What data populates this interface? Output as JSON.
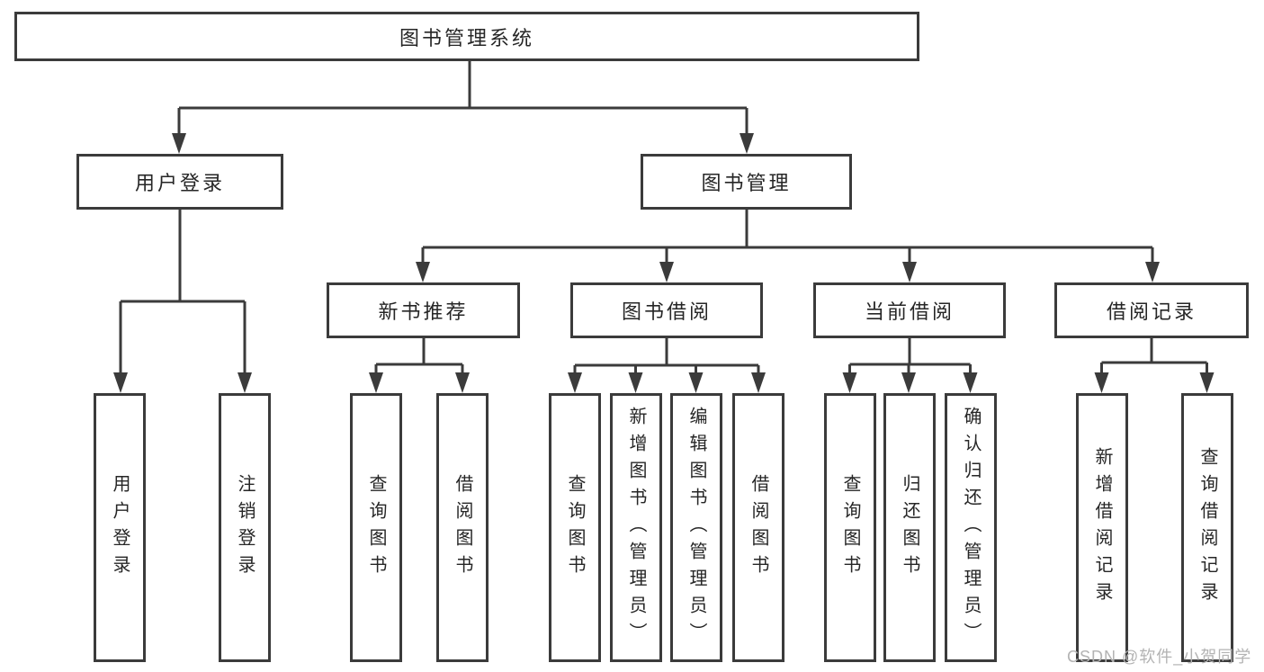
{
  "colors": {
    "line": "#3b3b3b",
    "box_border": "#3b3b3b",
    "box_background": "#ffffff",
    "text": "#262626",
    "page_background": "#ffffff",
    "watermark": "#b3b3b3"
  },
  "watermark": {
    "text": "CSDN @软件_小贺同学"
  },
  "tree": {
    "label": "图书管理系统",
    "children": [
      {
        "label": "用户登录",
        "children": [
          {
            "label": "用户登录"
          },
          {
            "label": "注销登录"
          }
        ]
      },
      {
        "label": "图书管理",
        "children": [
          {
            "label": "新书推荐",
            "children": [
              {
                "label": "查询图书"
              },
              {
                "label": "借阅图书"
              }
            ]
          },
          {
            "label": "图书借阅",
            "children": [
              {
                "label": "查询图书"
              },
              {
                "label": "新增图书（管理员）"
              },
              {
                "label": "编辑图书（管理员）"
              },
              {
                "label": "借阅图书"
              }
            ]
          },
          {
            "label": "当前借阅",
            "children": [
              {
                "label": "查询图书"
              },
              {
                "label": "归还图书"
              },
              {
                "label": "确认归还（管理员）"
              }
            ]
          },
          {
            "label": "借阅记录",
            "children": [
              {
                "label": "新增借阅记录"
              },
              {
                "label": "查询借阅记录"
              }
            ]
          }
        ]
      }
    ]
  }
}
